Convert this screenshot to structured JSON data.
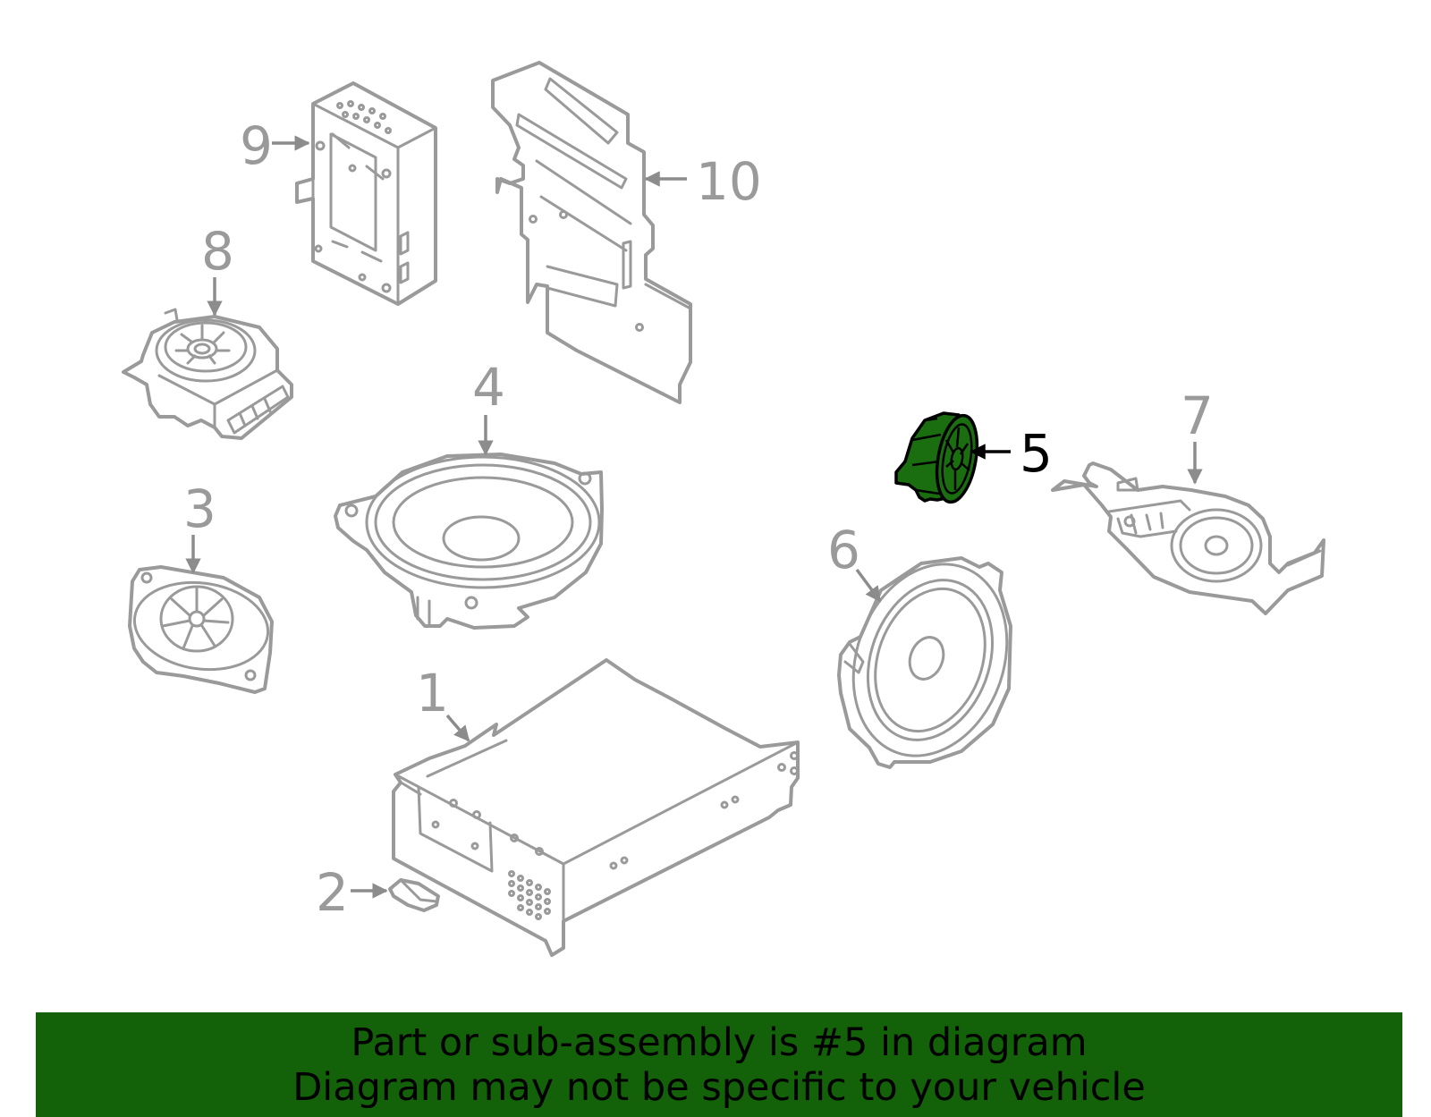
{
  "callouts": {
    "c1": "1",
    "c2": "2",
    "c3": "3",
    "c4": "4",
    "c5": "5",
    "c6": "6",
    "c7": "7",
    "c8": "8",
    "c9": "9",
    "c10": "10"
  },
  "highlighted_part": "5",
  "colors": {
    "highlight": "#1a6e10",
    "banner": "#136108",
    "line_art": "#9a9a9a"
  },
  "banner": {
    "line1": "Part or sub-assembly is #5 in diagram",
    "line2": "Diagram may not be specific to your vehicle"
  }
}
